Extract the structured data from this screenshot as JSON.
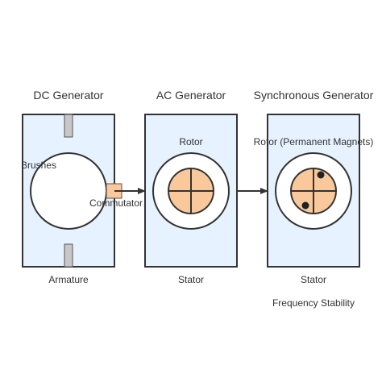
{
  "colors": {
    "panel_fill": "#e6f2ff",
    "panel_stroke": "#333333",
    "rotor_fill": "#f9c89b",
    "brush_fill": "#c8c8c8",
    "commutator_fill": "#f9c89b",
    "text": "#333333"
  },
  "panels": {
    "dc": {
      "title": "DC Generator",
      "brushes_label": "Brushes",
      "commutator_label": "Commutator",
      "armature_label": "Armature"
    },
    "ac": {
      "title": "AC Generator",
      "rotor_label": "Rotor",
      "stator_label": "Stator"
    },
    "sync": {
      "title": "Synchronous Generator",
      "rotor_label": "Rotor (Permanent Magnets)",
      "stator_label": "Stator",
      "extra_label": "Frequency Stability"
    }
  }
}
